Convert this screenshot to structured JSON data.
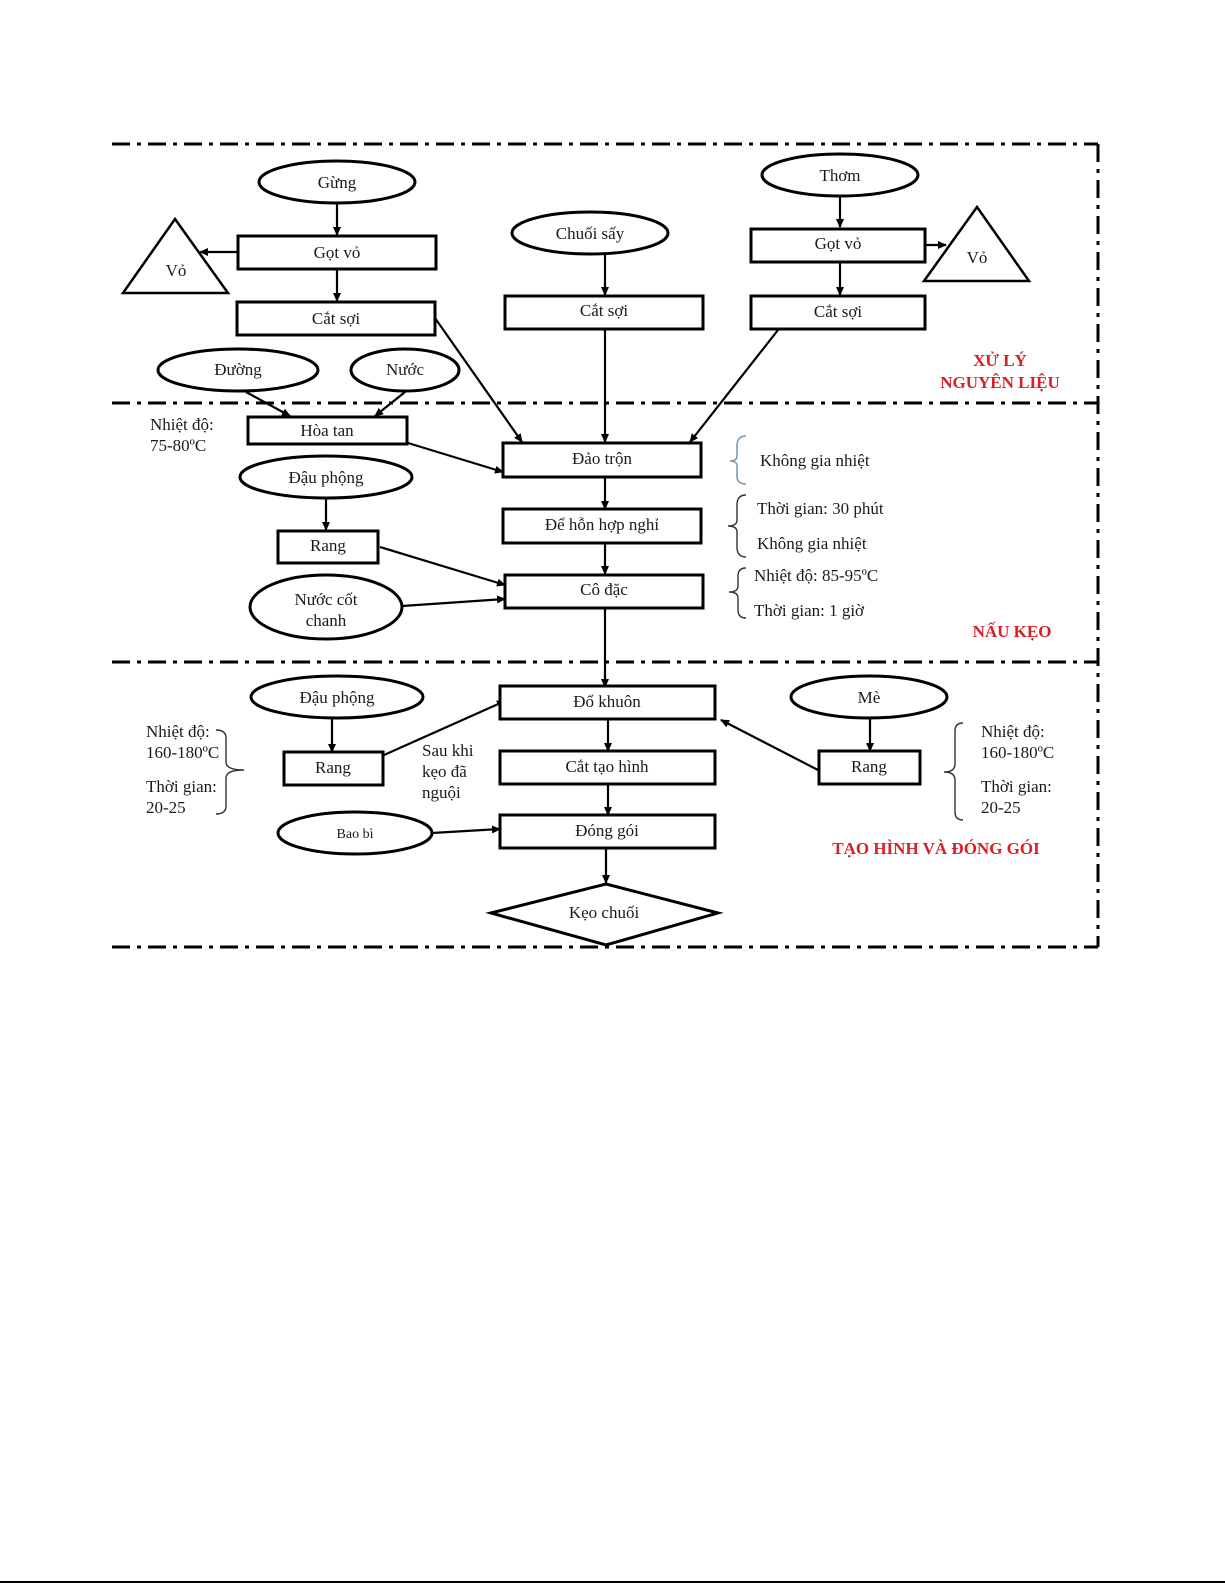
{
  "sections": {
    "raw": [
      "XỬ LÝ",
      "NGUYÊN LIỆU"
    ],
    "cook": "NẤU KẸO",
    "shape": "TẠO HÌNH VÀ ĐÓNG GÓI"
  },
  "colors": {
    "section_title": "#d81f26",
    "brace_blue": "#7f98b5"
  },
  "inputs": {
    "gung": "Gừng",
    "chuoi_say": "Chuối sấy",
    "thom": "Thơm",
    "duong": "Đường",
    "nuoc": "Nước",
    "dau_phong_1": "Đậu phộng",
    "nuoc_cot_chanh": [
      "Nước cốt",
      "chanh"
    ],
    "dau_phong_2": "Đậu phộng",
    "me": "Mè",
    "bao_bi": "Bao bì"
  },
  "waste": {
    "vo_left": "Vỏ",
    "vo_right": "Vỏ"
  },
  "steps": {
    "got_vo_left": "Gọt vỏ",
    "cat_soi_left": "Cắt sợi",
    "cat_soi_mid": "Cắt sợi",
    "got_vo_right": "Gọt vỏ",
    "cat_soi_right": "Cắt sợi",
    "hoa_tan": "Hòa tan",
    "dao_tron": "Đảo trộn",
    "de_hon_hop_nghi": "Để hỗn hợp nghỉ",
    "rang_1": "Rang",
    "co_dac": "Cô đặc",
    "do_khuon": "Đổ khuôn",
    "rang_2": "Rang",
    "cat_tao_hinh": "Cắt tạo hình",
    "rang_3": "Rang",
    "dong_goi": "Đóng gói"
  },
  "output": "Kẹo chuối",
  "notes": {
    "hoa_tan": [
      "Nhiệt độ:",
      "75-80ºC"
    ],
    "dao_tron": "Không gia nhiệt",
    "de_nghi": [
      "Thời gian: 30 phút",
      "Không gia nhiệt"
    ],
    "co_dac": [
      "Nhiệt độ: 85-95ºC",
      "Thời gian: 1 giờ"
    ],
    "rang_left": [
      "Nhiệt độ:",
      "160-180ºC",
      "Thời gian:",
      "20-25"
    ],
    "rang_right": [
      "Nhiệt độ:",
      "160-180ºC",
      "Thời gian:",
      "20-25"
    ],
    "sau_khi": [
      "Sau khi",
      "kẹo đã",
      "nguội"
    ]
  }
}
